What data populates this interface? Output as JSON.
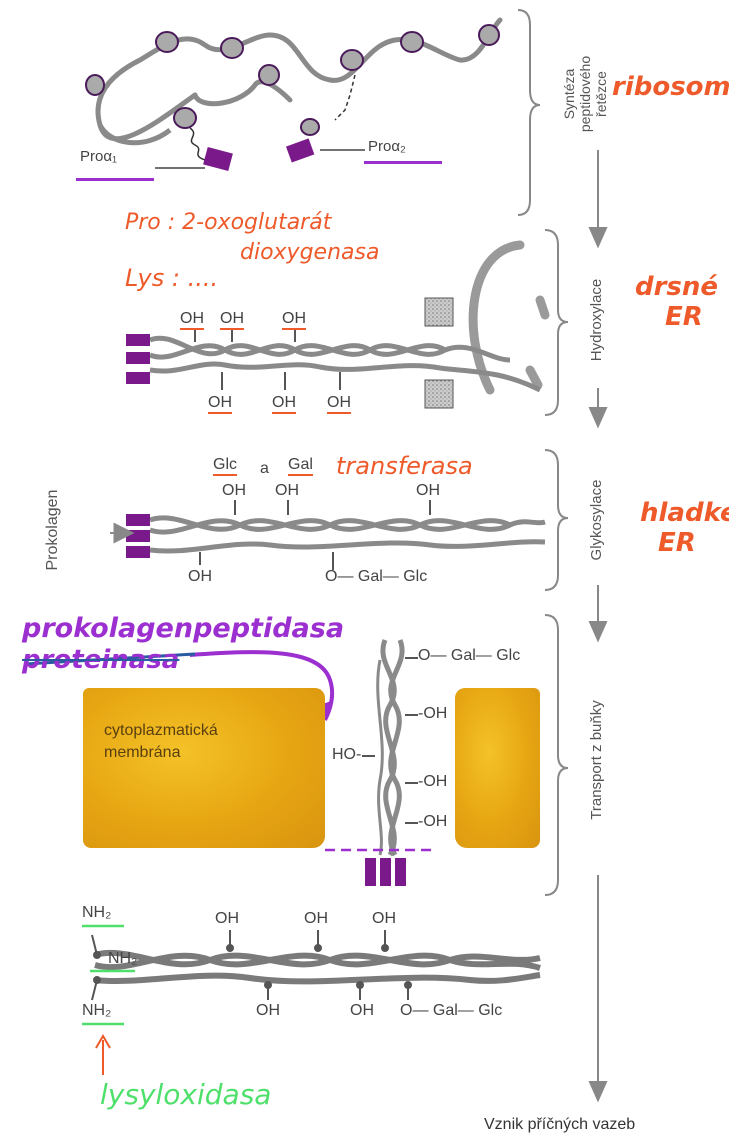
{
  "steps": [
    {
      "label": "Syntéza peptidového řetězce",
      "lines": [
        "Syntéza",
        "peptidového",
        "řetězce"
      ]
    },
    {
      "label": "Hydroxylace"
    },
    {
      "label": "Glykosylace"
    },
    {
      "label": "Transport z buňky"
    }
  ],
  "bottom_caption": "Vznik příčných vazeb",
  "section1": {
    "pro_a1": "Proα₁",
    "pro_a2": "Proα₂",
    "annotation": "ribosom"
  },
  "section2": {
    "enzyme_line1": "Pro : 2-oxoglutarát",
    "enzyme_line2": "dioxygenasa",
    "lys": "Lys : ....",
    "annotation_line1": "drsné",
    "annotation_line2": "ER",
    "oh": "OH"
  },
  "section3": {
    "glc": "Glc",
    "a": "a",
    "gal": "Gal",
    "enzyme": "transferasa",
    "prokolagen": "Prokolagen",
    "oh": "OH",
    "gal_glc": "O— Gal— Glc",
    "annotation_line1": "hladké",
    "annotation_line2": "ER"
  },
  "section4": {
    "enzyme": "prokolagenpeptidasa",
    "struck": "proteinasa",
    "membrane_line1": "cytoplazmatická",
    "membrane_line2": "membrána",
    "gal_glc": "O— Gal— Glc",
    "oh": "-OH",
    "ho": "HO-"
  },
  "section5": {
    "nh2": "NH₂",
    "oh": "OH",
    "gal_glc": "O— Gal— Glc",
    "enzyme": "lysyloxidasa"
  },
  "colors": {
    "orange": "#ee5a2a",
    "purple": "#9b2fd0",
    "green": "#4fe06b",
    "membrane": "#e6a512",
    "chain": "#8a8a8a"
  }
}
